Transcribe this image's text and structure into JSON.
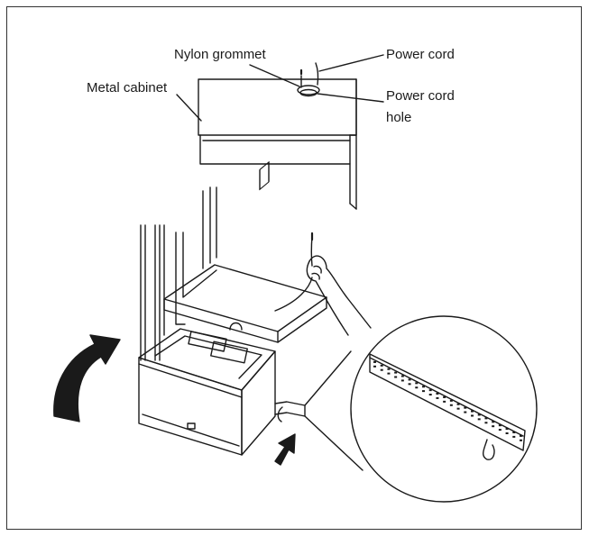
{
  "labels": {
    "nylon_grommet": "Nylon grommet",
    "power_cord": "Power cord",
    "metal_cabinet": "Metal cabinet",
    "power_cord_hole_line1": "Power cord",
    "power_cord_hole_line2": "hole"
  },
  "icons": [
    "curved-arrow-icon",
    "straight-arrow-icon",
    "hand-icon",
    "grommet-icon"
  ],
  "colors": {
    "line": "#1a1a1a",
    "background": "#ffffff"
  }
}
